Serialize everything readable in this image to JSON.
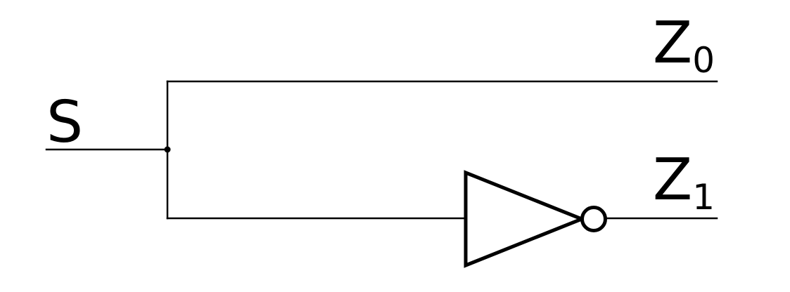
{
  "diagram": {
    "input": {
      "label": "S"
    },
    "outputs": [
      {
        "letter": "Z",
        "subscript": "0"
      },
      {
        "letter": "Z",
        "subscript": "1"
      }
    ],
    "gate": {
      "type": "NOT",
      "icon": "not-gate-icon"
    },
    "colors": {
      "stroke": "#000000",
      "background": "#ffffff"
    }
  }
}
